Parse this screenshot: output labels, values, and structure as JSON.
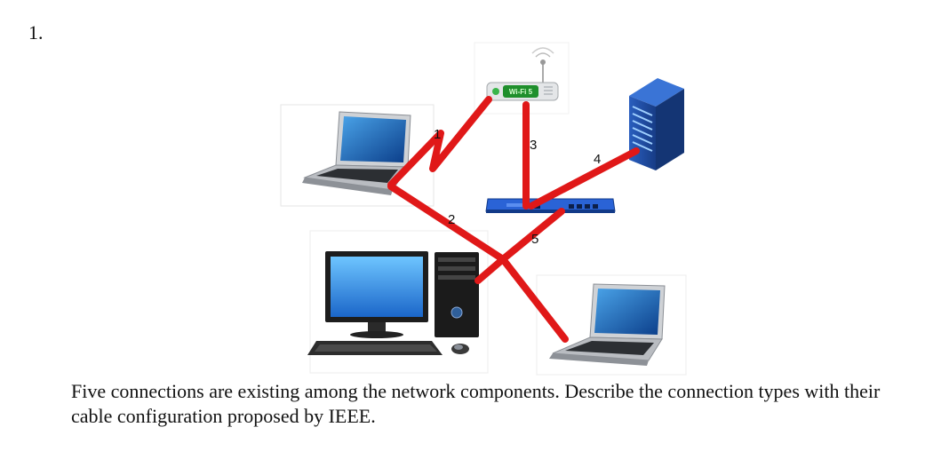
{
  "question": {
    "number": "1.",
    "text": "Five connections are existing among the network components. Describe the connection types with their cable configuration proposed by IEEE."
  },
  "diagram": {
    "router_badge": "Wi-Fi 5",
    "connections": [
      {
        "label": "1"
      },
      {
        "label": "2"
      },
      {
        "label": "3"
      },
      {
        "label": "4"
      },
      {
        "label": "5"
      }
    ],
    "cable_color": "#e01818",
    "switch_color": "#2a63d6",
    "server_color": "#1f4ea0"
  }
}
